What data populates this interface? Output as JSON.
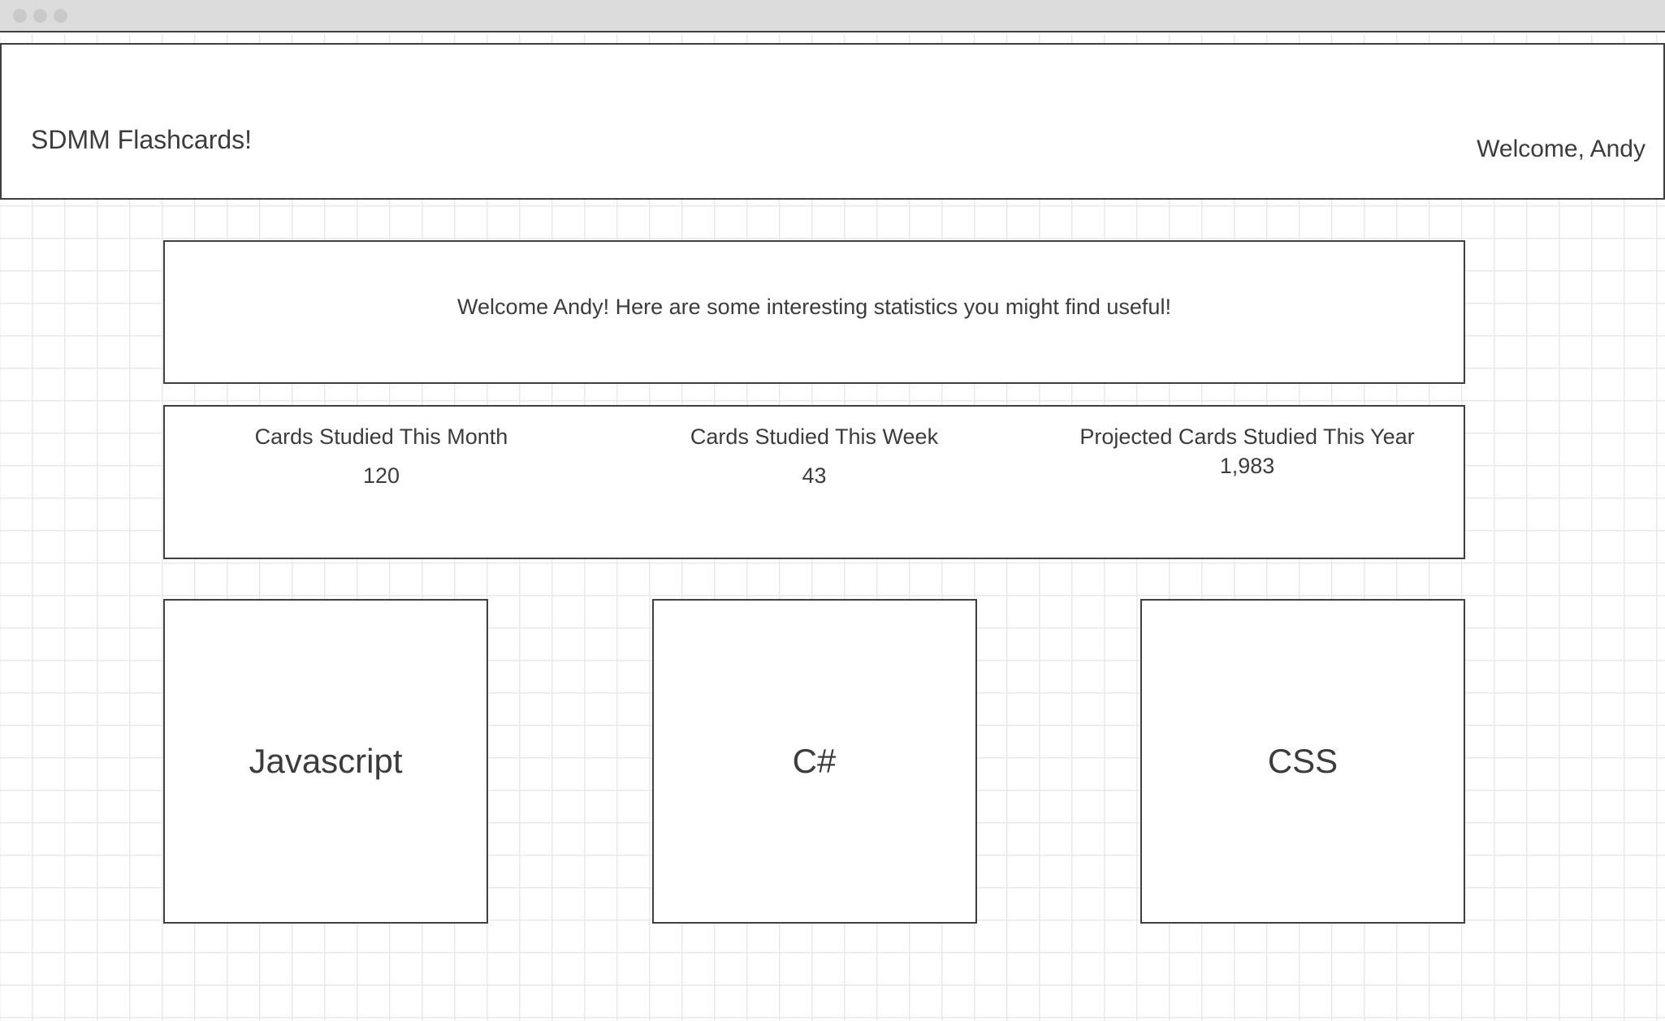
{
  "window": {
    "traffic_lights": [
      "close-dot",
      "minimize-dot",
      "maximize-dot"
    ]
  },
  "header": {
    "app_title": "SDMM Flashcards!",
    "welcome_user": "Welcome, Andy"
  },
  "main": {
    "welcome_message": "Welcome Andy! Here are some interesting statistics you might find useful!",
    "stats": [
      {
        "label": "Cards Studied This Month",
        "value": "120"
      },
      {
        "label": "Cards Studied This Week",
        "value": "43"
      },
      {
        "label": "Projected Cards Studied This Year",
        "value": "1,983"
      }
    ],
    "decks": [
      {
        "label": "Javascript"
      },
      {
        "label": "C#"
      },
      {
        "label": "CSS"
      }
    ]
  },
  "colors": {
    "border": "#3f3f3f",
    "text": "#3c3c3c",
    "titlebar": "#dcdcdc",
    "grid_line": "#e9e9e9",
    "card_background": "#ffffff"
  }
}
